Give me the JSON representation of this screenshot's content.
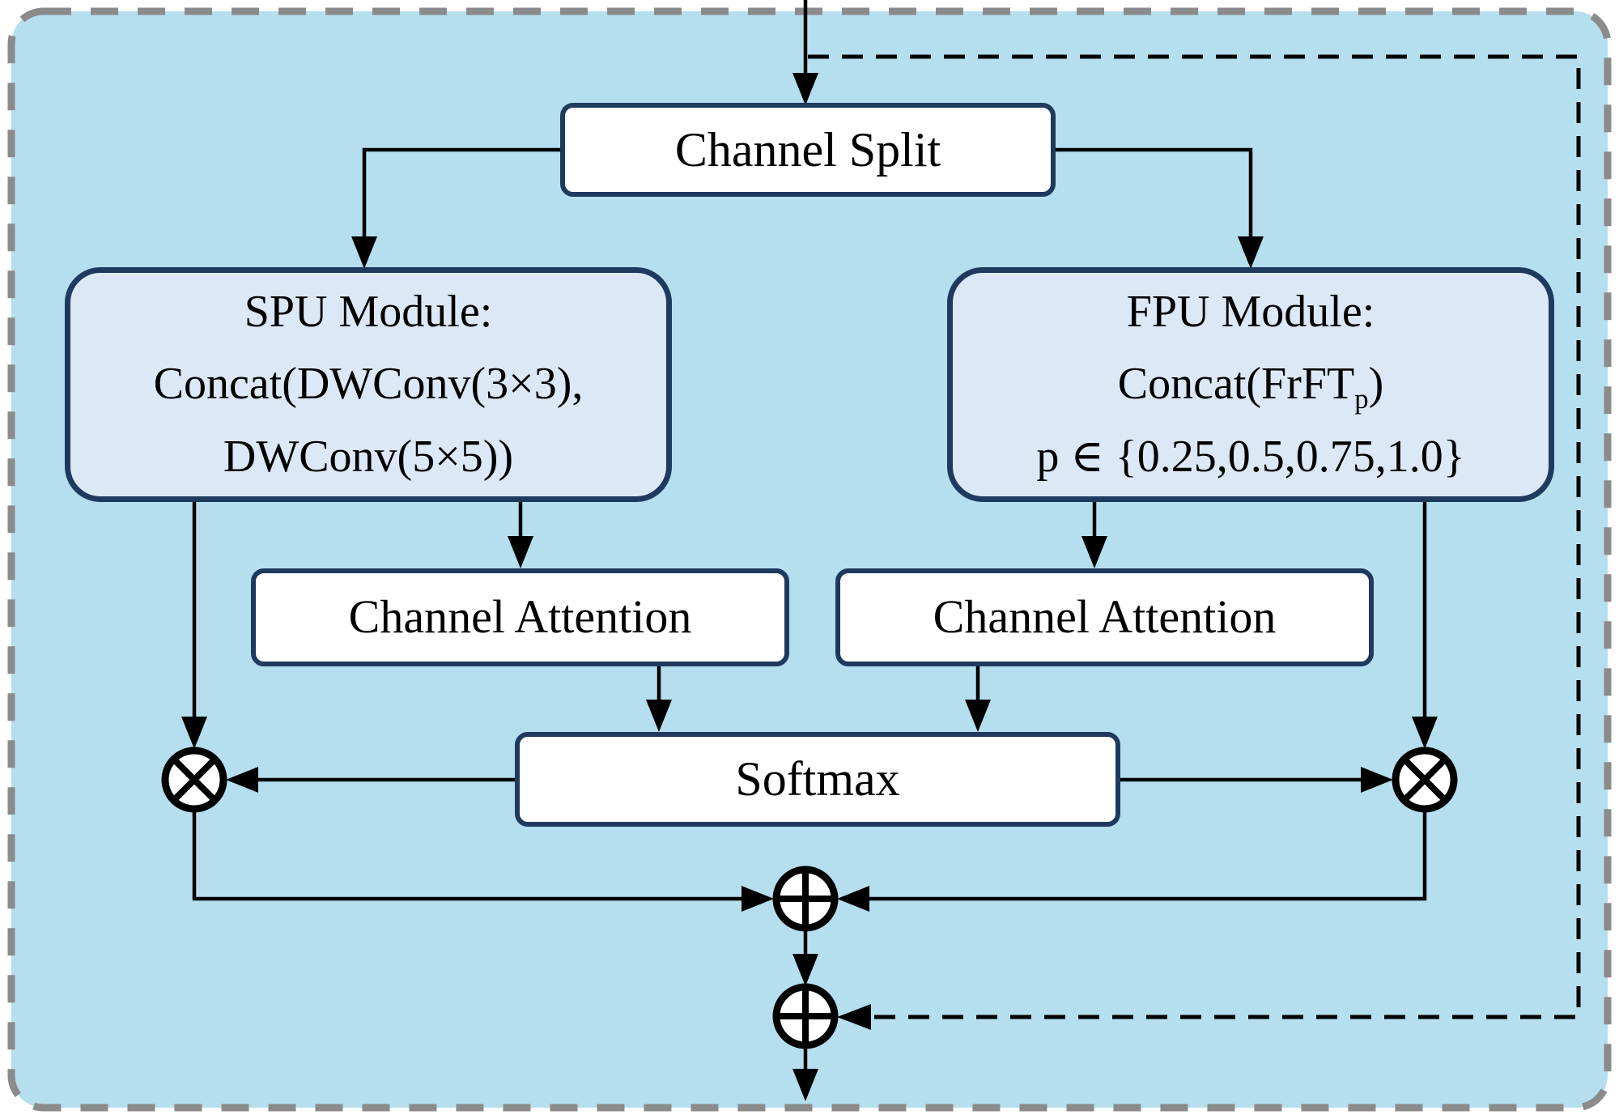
{
  "diagram": {
    "colors": {
      "panel_background": "#b5dfee",
      "module_box_fill": "#dce8f5",
      "plain_box_fill": "#ffffff",
      "box_border": "#1e3a5e",
      "outer_dashed_border": "#8b8b8b",
      "connector": "#000000"
    },
    "nodes": {
      "channel_split": {
        "label": "Channel Split"
      },
      "spu_module": {
        "lines": [
          "SPU Module:",
          "Concat(DWConv(3×3),",
          "DWConv(5×5))"
        ]
      },
      "fpu_module": {
        "line1": "FPU Module:",
        "line2": {
          "pre": "Concat(FrFT",
          "sub": "p",
          "post": ")"
        },
        "line3": "p ∈ {0.25,0.5,0.75,1.0}"
      },
      "channel_attention_left": {
        "label": "Channel Attention"
      },
      "channel_attention_right": {
        "label": "Channel Attention"
      },
      "softmax": {
        "label": "Softmax"
      }
    },
    "operators": {
      "multiply_left": {
        "symbol": "⊗",
        "name": "element-wise-multiply"
      },
      "multiply_right": {
        "symbol": "⊗",
        "name": "element-wise-multiply"
      },
      "add_top": {
        "symbol": "⊕",
        "name": "element-wise-add"
      },
      "add_bottom": {
        "symbol": "⊕",
        "name": "element-wise-add"
      }
    }
  }
}
